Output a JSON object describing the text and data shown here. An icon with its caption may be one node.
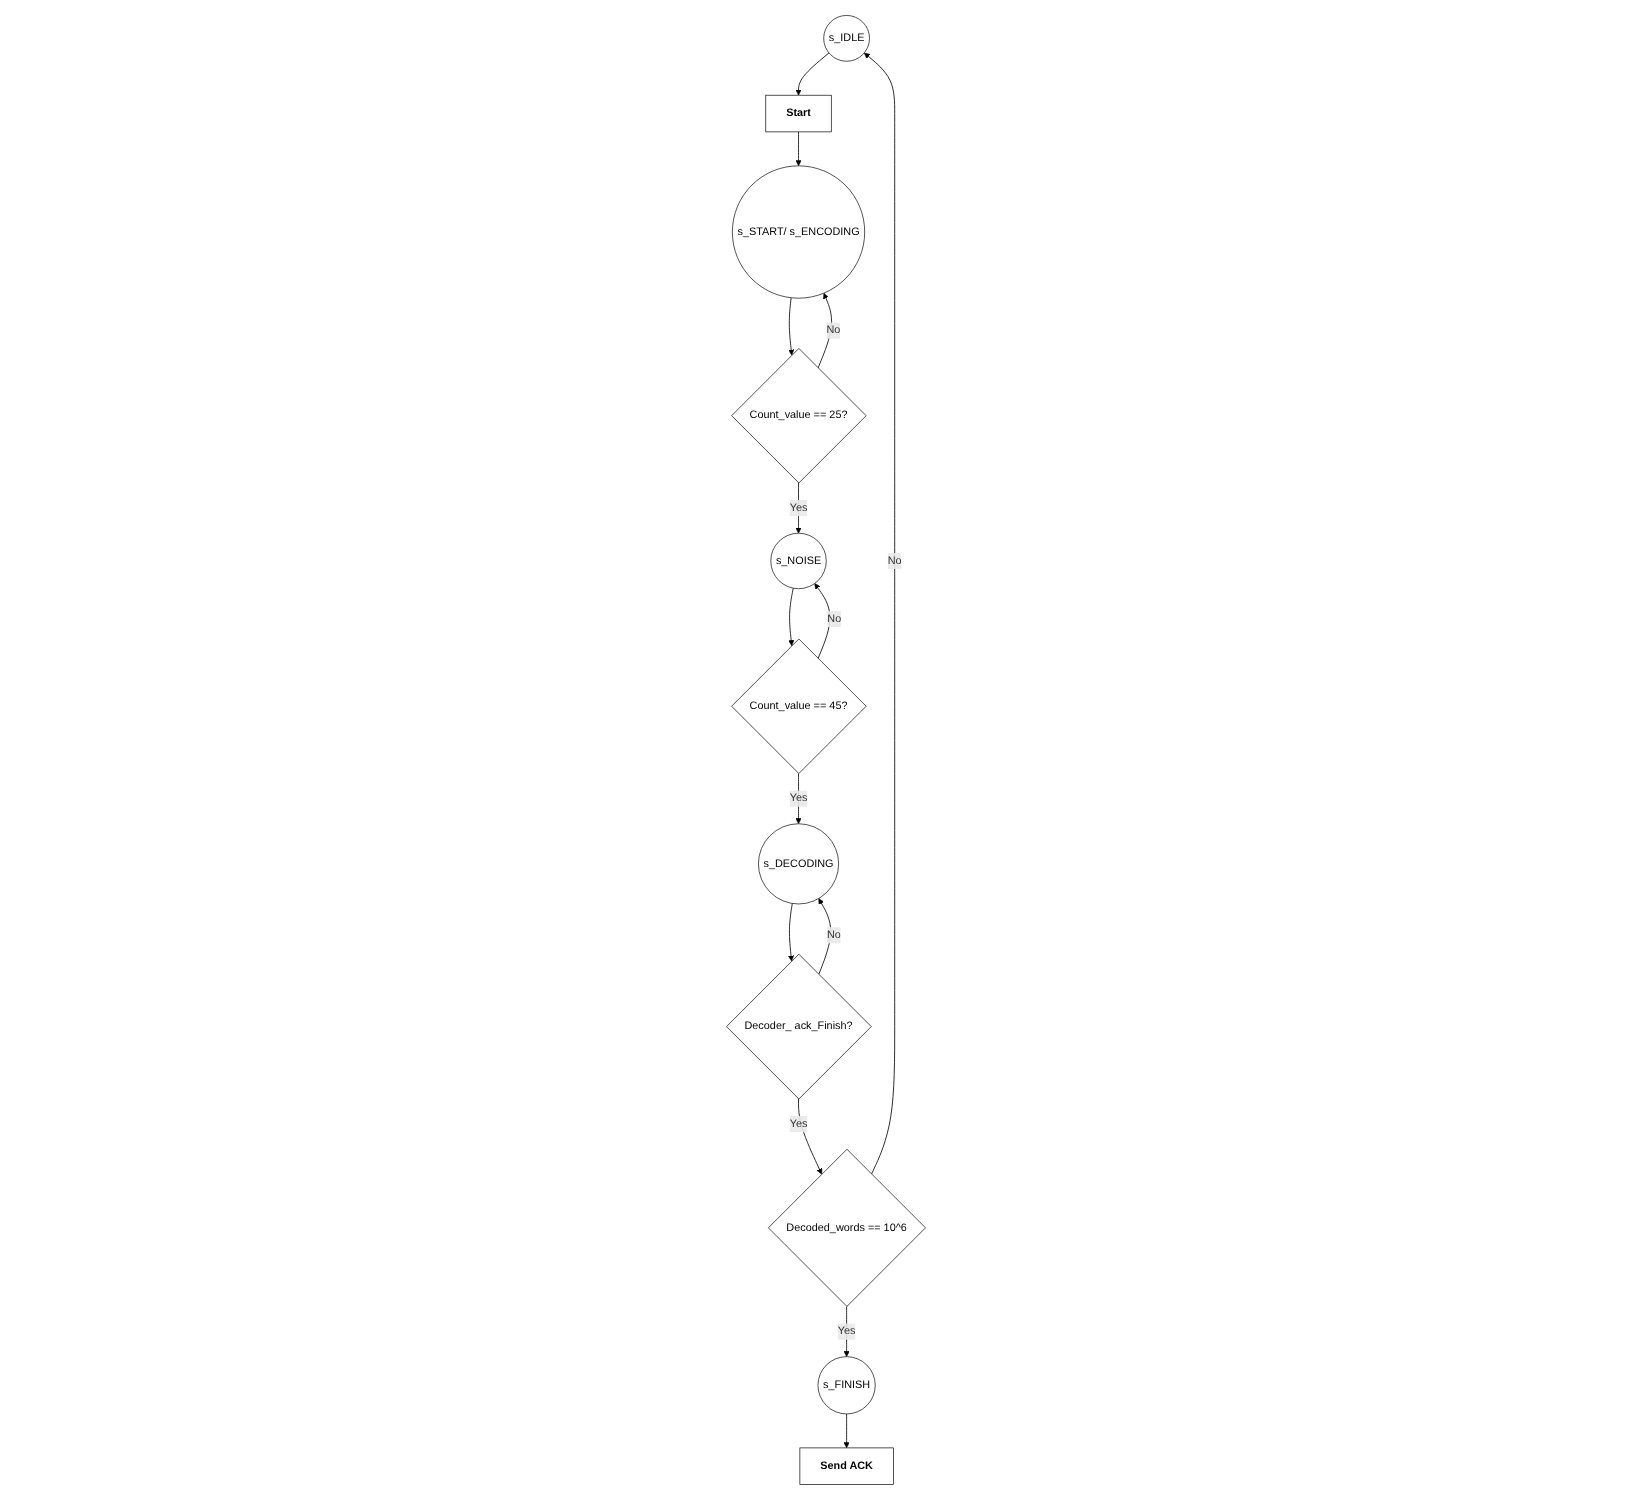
{
  "diagram": {
    "nodes": [
      {
        "text": [
          "s_IDLE"
        ]
      },
      {
        "text": [
          "Start"
        ]
      },
      {
        "text": [
          "s_START/ s_ENCODING"
        ]
      },
      {
        "text": [
          "Count_value == 25?"
        ]
      },
      {
        "text": [
          "s_NOISE"
        ]
      },
      {
        "text": [
          "Count_value == 45?"
        ]
      },
      {
        "text": [
          "s_DECODING"
        ]
      },
      {
        "text": [
          "Decoder_ ack_Finish?"
        ]
      },
      {
        "text": [
          "Decoded_words == 10^6"
        ]
      },
      {
        "text": [
          "s_FINISH"
        ]
      },
      {
        "text": [
          "Send ACK"
        ]
      }
    ],
    "edges": [
      {
        "from": 0,
        "to": 1,
        "arrow": "to"
      },
      {
        "from": 1,
        "to": 2,
        "arrow": "to"
      },
      {
        "from": 2,
        "to": 3,
        "arrow": "to"
      },
      {
        "from": 3,
        "to": 2,
        "arrow": "to",
        "label": "No"
      },
      {
        "from": 3,
        "to": 4,
        "arrow": "to",
        "label": "Yes"
      },
      {
        "from": 4,
        "to": 5,
        "arrow": "to"
      },
      {
        "from": 5,
        "to": 4,
        "arrow": "to",
        "label": "No"
      },
      {
        "from": 5,
        "to": 6,
        "arrow": "to",
        "label": "Yes"
      },
      {
        "from": 6,
        "to": 7,
        "arrow": "to"
      },
      {
        "from": 7,
        "to": 8,
        "arrow": "to",
        "label": "Yes"
      },
      {
        "from": 7,
        "to": 6,
        "arrow": "to",
        "label": "No"
      },
      {
        "from": 8,
        "to": 0,
        "arrow": "to",
        "label": "No"
      },
      {
        "from": 8,
        "to": 9,
        "arrow": "to",
        "label": "Yes"
      },
      {
        "from": 9,
        "to": 10,
        "arrow": "to"
      }
    ]
  }
}
